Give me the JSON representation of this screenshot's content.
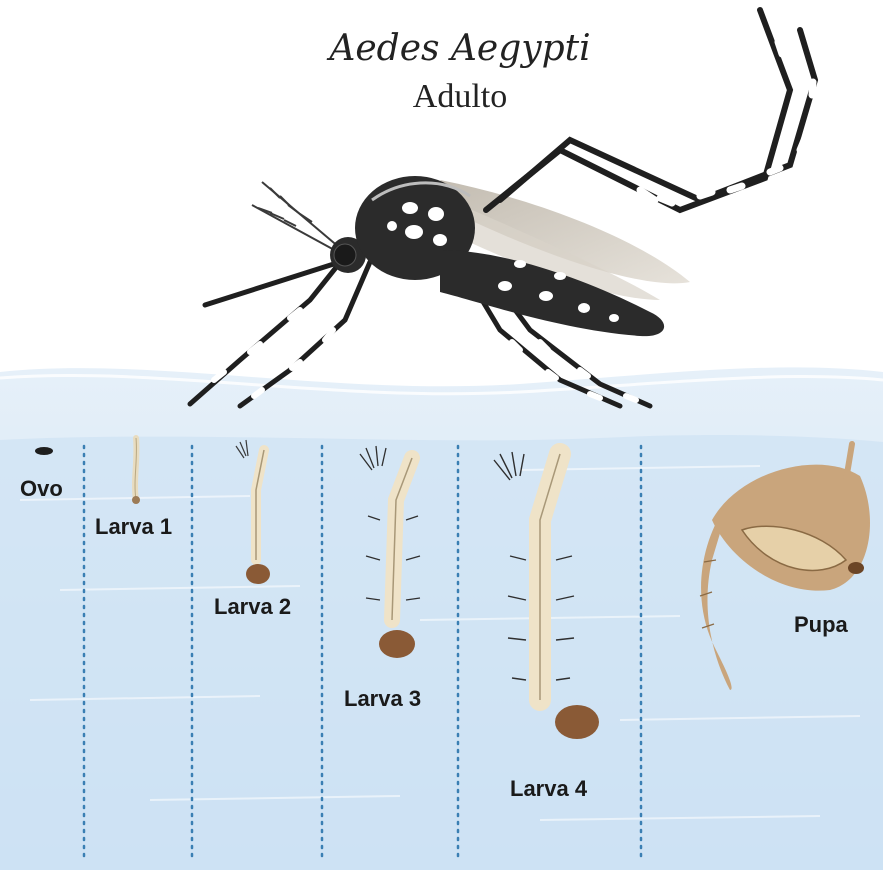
{
  "title": {
    "species": "Aedes Aegypti",
    "stage": "Adulto"
  },
  "stages": [
    {
      "key": "ovo",
      "label": "Ovo"
    },
    {
      "key": "larva1",
      "label": "Larva 1"
    },
    {
      "key": "larva2",
      "label": "Larva 2"
    },
    {
      "key": "larva3",
      "label": "Larva 3"
    },
    {
      "key": "larva4",
      "label": "Larva 4"
    },
    {
      "key": "pupa",
      "label": "Pupa"
    }
  ],
  "colors": {
    "water_top": "#dcebf7",
    "water_body": "#cfe3f4",
    "divider": "#3a7fb3",
    "mosquito_body": "#2b2b2b",
    "larva_body": "#efe3c8",
    "larva_head": "#8a5a36",
    "pupa_body": "#c9a57c"
  }
}
